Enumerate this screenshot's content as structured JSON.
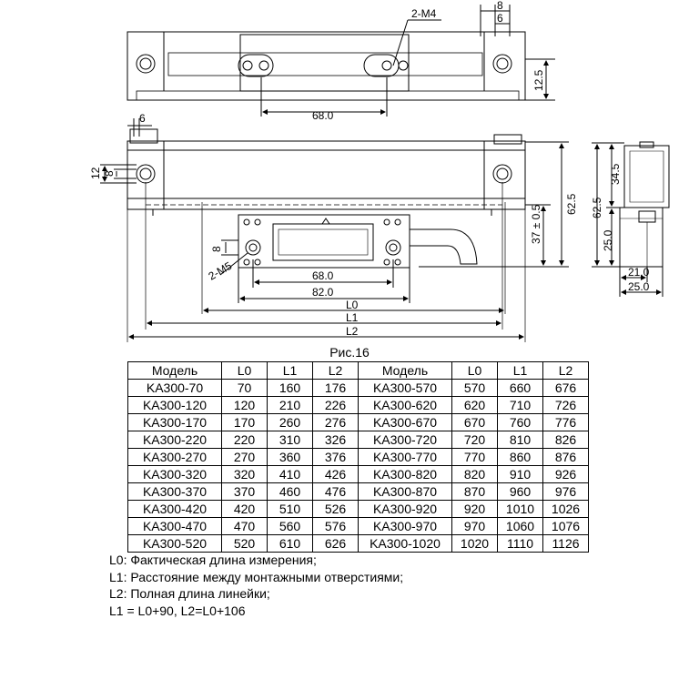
{
  "drawing": {
    "top_view": {
      "hole_label": "2-M4",
      "dim_a": "8",
      "dim_b": "6",
      "dim_c": "12.5",
      "dim_hole_spacing": "68.0"
    },
    "front_view": {
      "dim_left_offset": "6",
      "dim_12": "12",
      "dim_8": "8",
      "dim_head_height": "37 ± 0.5",
      "dim_total_height": "62.5",
      "head_hole_label": "2-M5",
      "head_dim_8": "8",
      "head_dim_68": "68.0",
      "head_dim_82": "82.0",
      "len_l0": "L0",
      "len_l1": "L1",
      "len_l2": "L2"
    },
    "side_view": {
      "dim_62_5": "62.5",
      "dim_34_5": "34.5",
      "dim_25_0_v": "25.0",
      "dim_21_0": "21.0",
      "dim_25_0_h": "25.0"
    }
  },
  "figure_caption": "Рис.16",
  "table": {
    "headers": [
      "Модель",
      "L0",
      "L1",
      "L2",
      "Модель",
      "L0",
      "L1",
      "L2"
    ],
    "rows": [
      [
        "KA300-70",
        "70",
        "160",
        "176",
        "KA300-570",
        "570",
        "660",
        "676"
      ],
      [
        "KA300-120",
        "120",
        "210",
        "226",
        "KA300-620",
        "620",
        "710",
        "726"
      ],
      [
        "KA300-170",
        "170",
        "260",
        "276",
        "KA300-670",
        "670",
        "760",
        "776"
      ],
      [
        "KA300-220",
        "220",
        "310",
        "326",
        "KA300-720",
        "720",
        "810",
        "826"
      ],
      [
        "KA300-270",
        "270",
        "360",
        "376",
        "KA300-770",
        "770",
        "860",
        "876"
      ],
      [
        "KA300-320",
        "320",
        "410",
        "426",
        "KA300-820",
        "820",
        "910",
        "926"
      ],
      [
        "KA300-370",
        "370",
        "460",
        "476",
        "KA300-870",
        "870",
        "960",
        "976"
      ],
      [
        "KA300-420",
        "420",
        "510",
        "526",
        "KA300-920",
        "920",
        "1010",
        "1026"
      ],
      [
        "KA300-470",
        "470",
        "560",
        "576",
        "KA300-970",
        "970",
        "1060",
        "1076"
      ],
      [
        "KA300-520",
        "520",
        "610",
        "626",
        "KA300-1020",
        "1020",
        "1110",
        "1126"
      ]
    ]
  },
  "notes": [
    "L0: Фактическая длина измерения;",
    "L1: Расстояние между монтажными отверстиями;",
    "L2: Полная длина линейки;",
    "L1 = L0+90, L2=L0+106"
  ]
}
